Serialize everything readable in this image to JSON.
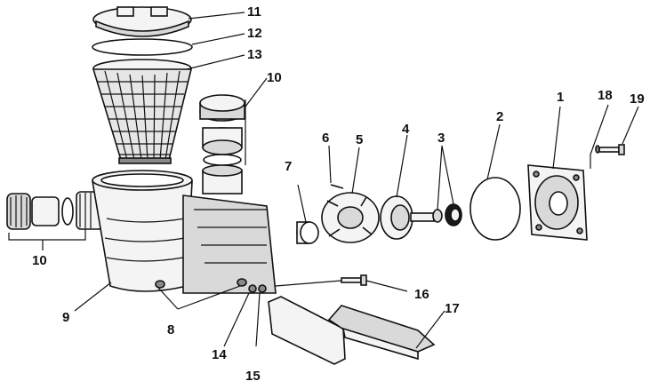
{
  "callouts": {
    "c1": "1",
    "c2": "2",
    "c3": "3",
    "c4": "4",
    "c5": "5",
    "c6": "6",
    "c7": "7",
    "c8": "8",
    "c9": "9",
    "c10a": "10",
    "c10b": "10",
    "c11": "11",
    "c12": "12",
    "c13": "13",
    "c14": "14",
    "c15": "15",
    "c16": "16",
    "c17": "17",
    "c18": "18",
    "c19": "19"
  },
  "colors": {
    "ink": "#111111",
    "paper": "#ffffff",
    "shade": "#d9d9d9"
  }
}
